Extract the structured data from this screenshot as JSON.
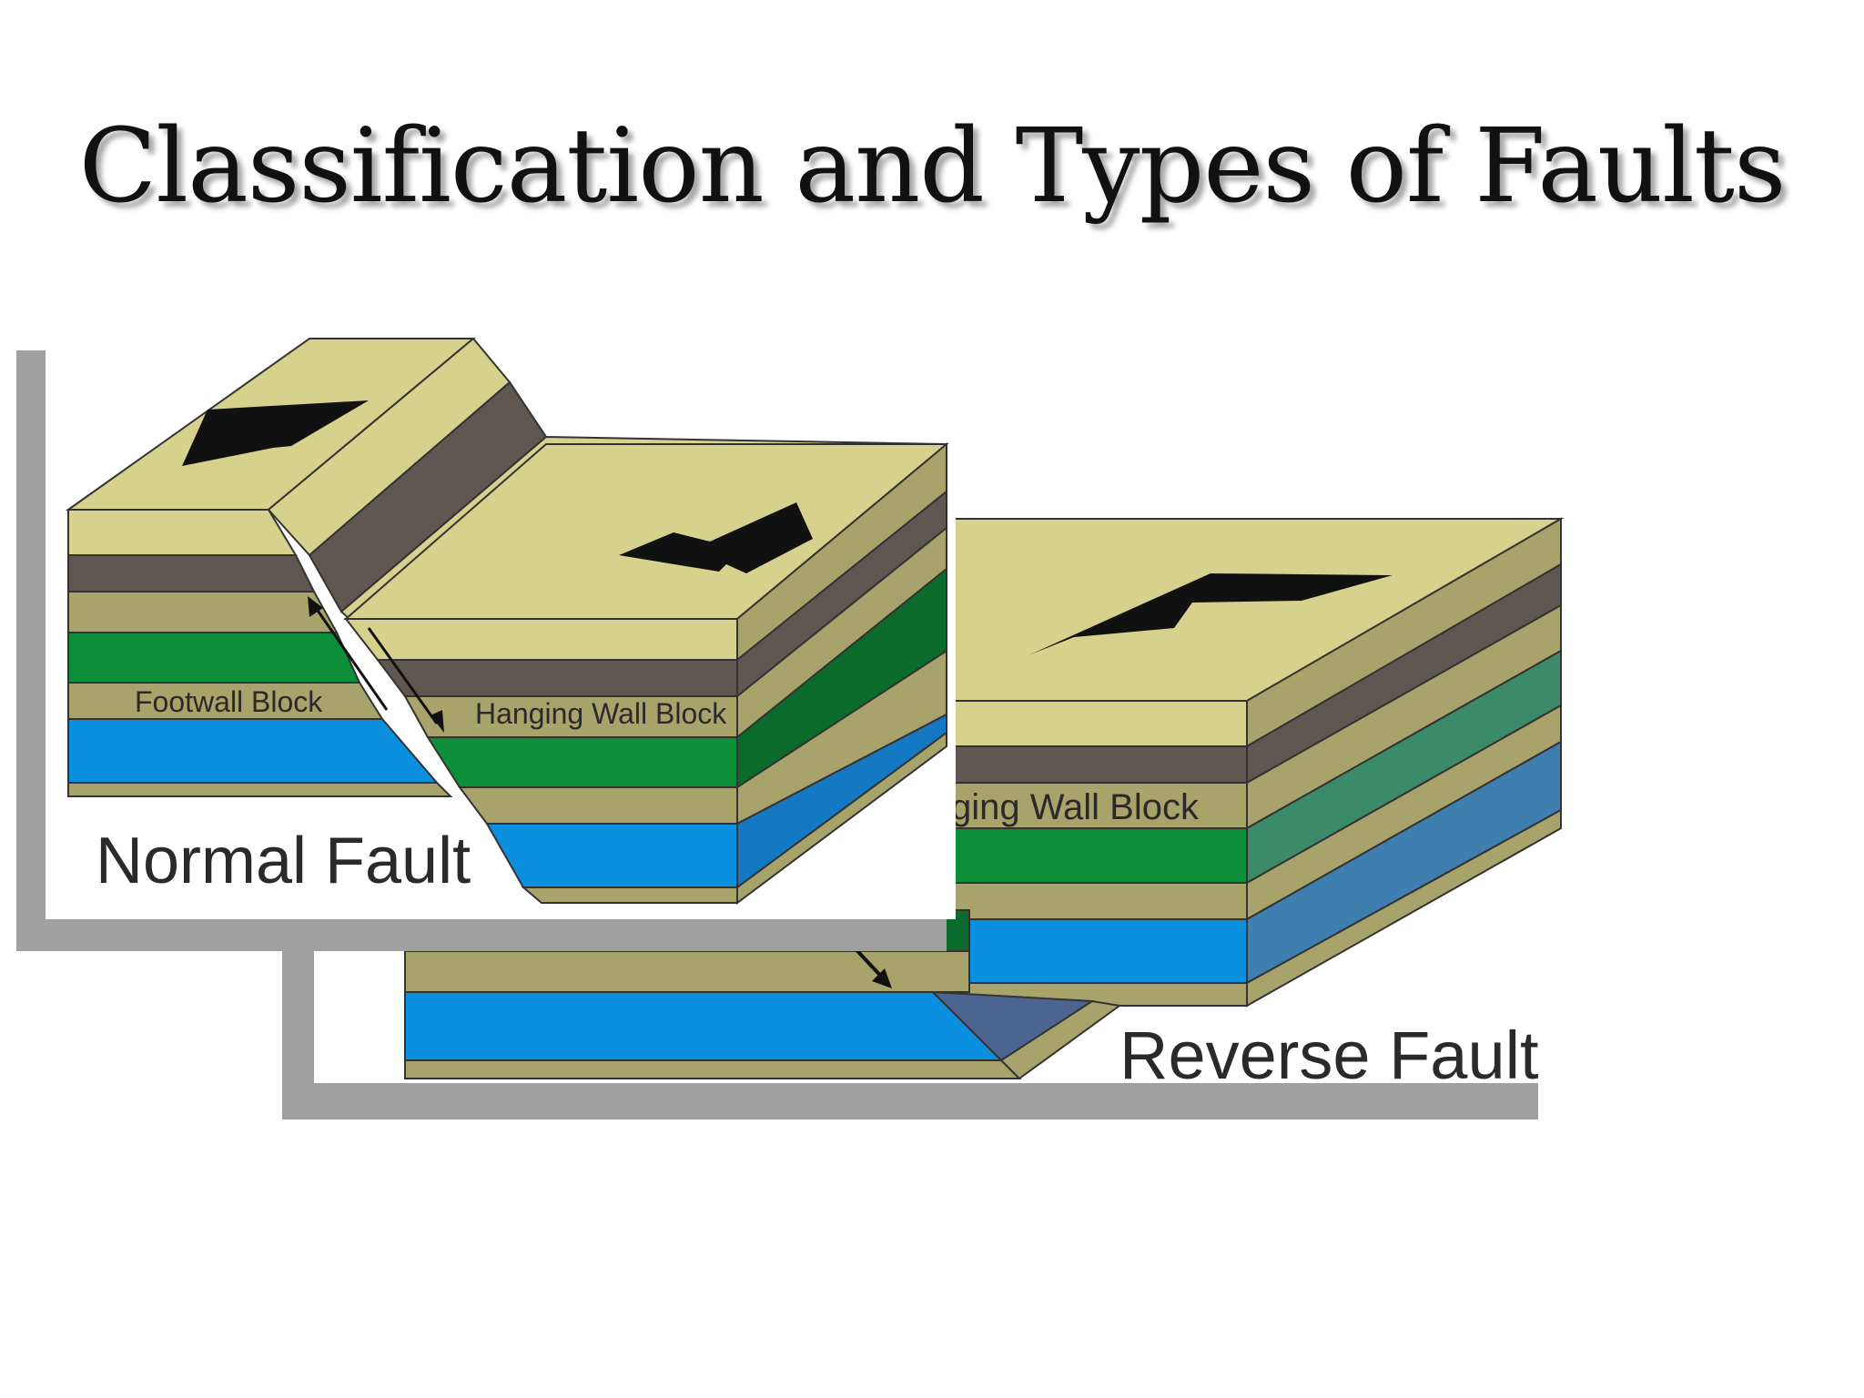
{
  "slide": {
    "title": "Classification and Types of Faults"
  },
  "normal_fault": {
    "caption": "Normal Fault",
    "footwall_label": "Footwall Block",
    "hanging_wall_label": "Hanging Wall Block"
  },
  "reverse_fault": {
    "caption": "Reverse Fault",
    "hanging_wall_label": "ging Wall Block"
  },
  "colors": {
    "tan": "#d6d28d",
    "olive": "#a8a36a",
    "brown": "#5f5752",
    "green": "#0d8f3a",
    "blue": "#0b8fdf",
    "arrow": "#111111",
    "shadow": "#9e9e9e"
  }
}
